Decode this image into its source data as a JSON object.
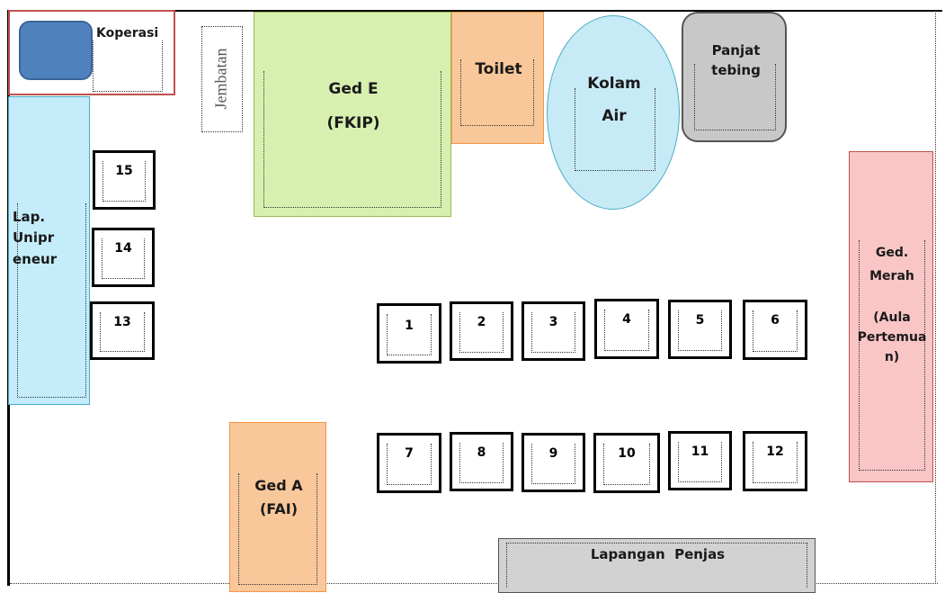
{
  "diagram": {
    "koperasi": "Koperasi",
    "jembatan": "Jembatan",
    "ged_e": [
      "Ged E",
      "(FKIP)"
    ],
    "toilet": "Toilet",
    "kolam": [
      "Kolam",
      "Air"
    ],
    "panjat": [
      "Panjat",
      "tebing"
    ],
    "lap_unipreneur": [
      "Lap.",
      "Unipr",
      "eneur"
    ],
    "ged_merah": [
      "Ged.",
      "Merah",
      "(Aula",
      "Pertemua",
      "n)"
    ],
    "ged_a": [
      "Ged A",
      "(FAI)"
    ],
    "lapangan_penjas": "Lapangan  Penjas",
    "rooms": [
      "1",
      "2",
      "3",
      "4",
      "5",
      "6",
      "7",
      "8",
      "9",
      "10",
      "11",
      "12",
      "13",
      "14",
      "15"
    ]
  },
  "colors": {
    "koperasi_border": "#c0504d",
    "koperasi_fill": "#4f81bd",
    "ged_e_fill": "#d7f0b0",
    "toilet_fill": "#f9c89a",
    "kolam_fill": "#c7eaf7",
    "panjat_fill": "#c8c8c8",
    "lap_unipreneur_fill": "#c4ecfa",
    "ged_merah_fill": "#f9c5c5",
    "ged_a_fill": "#f8c79a",
    "penjas_fill": "#d2d2d2"
  }
}
